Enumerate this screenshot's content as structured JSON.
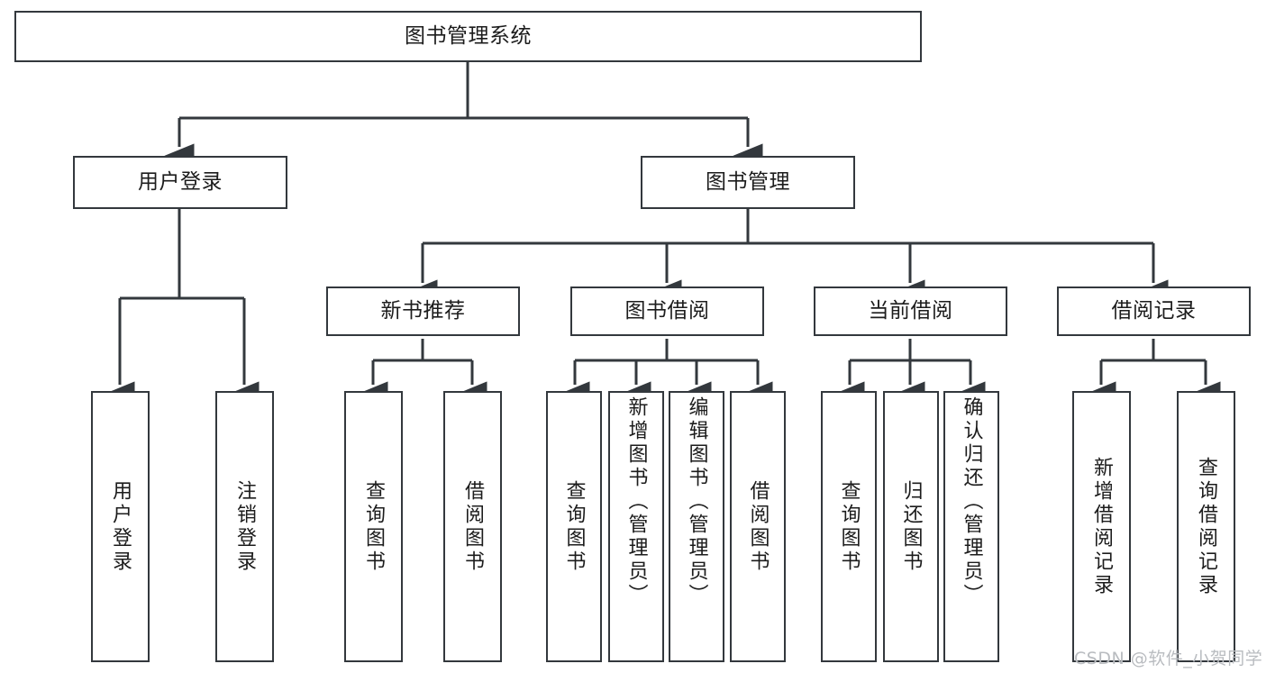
{
  "diagram": {
    "type": "tree-hierarchy-chart",
    "title": "图书管理系统",
    "background_color": "#ffffff",
    "line_color": "#33383d",
    "box_border_color": "#33383d",
    "text_color": "#1c1c1c"
  },
  "nodes": {
    "root": {
      "label": "图书管理系统"
    },
    "level1": [
      {
        "id": "user-login",
        "label": "用户登录"
      },
      {
        "id": "book-management",
        "label": "图书管理"
      }
    ],
    "level2": [
      {
        "id": "new-book-recommend",
        "label": "新书推荐"
      },
      {
        "id": "book-borrow",
        "label": "图书借阅"
      },
      {
        "id": "current-borrow",
        "label": "当前借阅"
      },
      {
        "id": "borrow-record",
        "label": "借阅记录"
      }
    ],
    "leaves": {
      "user_login": [
        {
          "id": "leaf-user-login",
          "label": "用户登录"
        },
        {
          "id": "leaf-logout-login",
          "label": "注销登录"
        }
      ],
      "new_book_recommend": [
        {
          "id": "leaf-query-book-1",
          "label": "查询图书"
        },
        {
          "id": "leaf-borrow-book-1",
          "label": "借阅图书"
        }
      ],
      "book_borrow": [
        {
          "id": "leaf-query-book-2",
          "label": "查询图书"
        },
        {
          "id": "leaf-add-book-admin",
          "label": "新增图书（管理员）"
        },
        {
          "id": "leaf-edit-book-admin",
          "label": "编辑图书（管理员）"
        },
        {
          "id": "leaf-borrow-book-2",
          "label": "借阅图书"
        }
      ],
      "current_borrow": [
        {
          "id": "leaf-query-book-3",
          "label": "查询图书"
        },
        {
          "id": "leaf-return-book",
          "label": "归还图书"
        },
        {
          "id": "leaf-confirm-return-admin",
          "label": "确认归还（管理员）"
        }
      ],
      "borrow_record": [
        {
          "id": "leaf-add-borrow-record",
          "label": "新增借阅记录"
        },
        {
          "id": "leaf-query-borrow-record",
          "label": "查询借阅记录"
        }
      ]
    }
  },
  "watermark": {
    "text": "CSDN @软件_小贺同学"
  }
}
